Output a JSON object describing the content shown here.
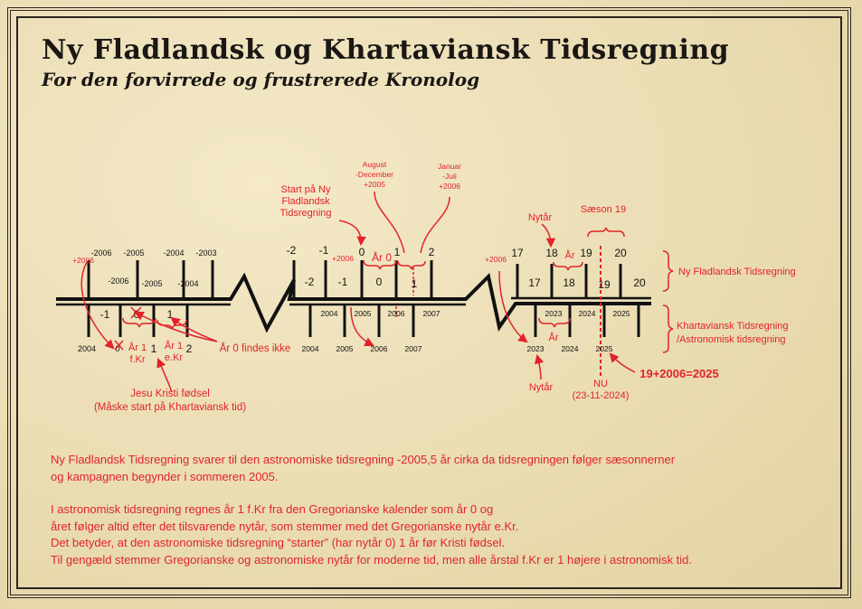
{
  "title": "Ny Fladlandsk og Khartaviansk Tidsregning",
  "subtitle": "For den forvirrede og frustrerede Kronolog",
  "colors": {
    "ink": "#111111",
    "accent": "#e2232a",
    "paper": "#efe3bf"
  },
  "section1": {
    "top_labels": [
      "-2006",
      "-2005",
      "-2004",
      "-2003"
    ],
    "ny_labels": [
      "-2006",
      "-2005",
      "-2004"
    ],
    "kh_labels": [
      "-1",
      "0",
      "1"
    ],
    "year_labels": [
      "2004",
      "0",
      "1",
      "2"
    ],
    "plus": "+2006",
    "aar1_fkr": "År 1\nf.Kr",
    "aar1_ekr": "År 1\ne.Kr",
    "aar0_note": "År 0 findes ikke",
    "jesus": "Jesu Kristi fødsel",
    "jesus_sub": "(Måske start på Khartaviansk tid)"
  },
  "section2": {
    "top_labels": [
      "-2",
      "-1",
      "0",
      "1",
      "2"
    ],
    "ny_labels": [
      "-2",
      "-1",
      "0",
      "1"
    ],
    "mid_labels": [
      "2004",
      "2005",
      "2006",
      "2007"
    ],
    "year_labels": [
      "2004",
      "2005",
      "2006",
      "2007"
    ],
    "aar0": "År 0",
    "plus": "+2006",
    "start_note": "Start på Ny\nFladlandsk\nTidsregning",
    "aug_note": "August\n-December\n+2005",
    "jan_note": "Januar\n-Juli\n+2006"
  },
  "section3": {
    "top_labels": [
      "17",
      "18",
      "19",
      "20"
    ],
    "ny_labels": [
      "17",
      "18",
      "19",
      "20"
    ],
    "mid_labels": [
      "2023",
      "2024",
      "2025"
    ],
    "year_labels": [
      "2023",
      "2024",
      "2025"
    ],
    "aar_top": "År",
    "aar_bottom": "År",
    "plus": "+2006",
    "nytaar_top": "Nytår",
    "saeson": "Sæson 19",
    "nytaar_bottom": "Nytår",
    "nu": "NU",
    "nu_date": "(23-11-2024)",
    "sum": "19+2006=2025"
  },
  "legend": {
    "ny": "Ny Fladlandsk Tidsregning",
    "kh1": "Khartaviansk Tidsregning",
    "kh2": "/Astronomisk tidsregning"
  },
  "notes": {
    "p1": [
      "Ny Fladlandsk Tidsregning svarer til den astronomiske tidsregning -2005,5 år cirka da tidsregningen følger sæsonnerner",
      "og kampagnen begynder i sommeren 2005."
    ],
    "p2": [
      "I astronomisk tidsregning regnes år 1 f.Kr fra den Gregorianske kalender som år 0 og",
      "året følger altid efter det tilsvarende nytår, som stemmer med det Gregorianske nytår e.Kr.",
      "Det betyder, at den astronomiske tidsregning “starter” (har nytår 0) 1 år før Kristi fødsel.",
      "Til gengæld stemmer Gregorianske og astronomiske nytår for moderne tid, men alle årstal f.Kr er 1 højere i  astronomisk tid."
    ]
  }
}
